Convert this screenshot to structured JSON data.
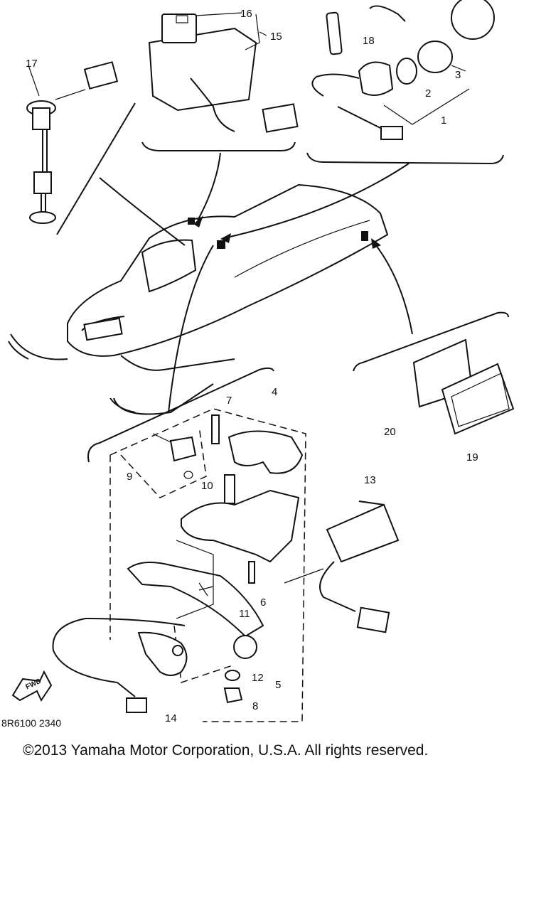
{
  "diagram": {
    "part_numbers": [
      "1",
      "2",
      "3",
      "4",
      "5",
      "6",
      "7",
      "8",
      "9",
      "10",
      "11",
      "12",
      "13",
      "14",
      "15",
      "16",
      "17",
      "18",
      "19",
      "20"
    ],
    "arrow_label": "FWD",
    "document_code": "8R6100 2340"
  },
  "footer": {
    "copyright": "©2013 Yamaha Motor Corporation, U.S.A. All rights reserved."
  }
}
